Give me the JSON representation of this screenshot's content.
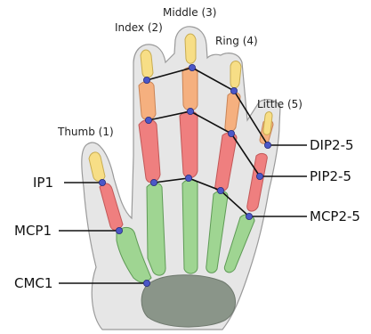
{
  "finger_labels": {
    "thumb": "Thumb (1)",
    "index": "Index (2)",
    "middle": "Middle (3)",
    "ring": "Ring (4)",
    "little": "Little (5)"
  },
  "joint_labels": {
    "ip1": "IP1",
    "mcp1": "MCP1",
    "cmc1": "CMC1",
    "dip": "DIP2-5",
    "pip": "PIP2-5",
    "mcp": "MCP2-5"
  },
  "colors": {
    "skin": "#e6e6e6",
    "skin_outline": "#9a9a9a",
    "distal_phalanx": "#f7de86",
    "middle_phalanx": "#f5b07f",
    "proximal_phalanx": "#ef7f7f",
    "metacarpal": "#9fd592",
    "carpus": "#8a9589",
    "joint": "#4b57c8"
  }
}
